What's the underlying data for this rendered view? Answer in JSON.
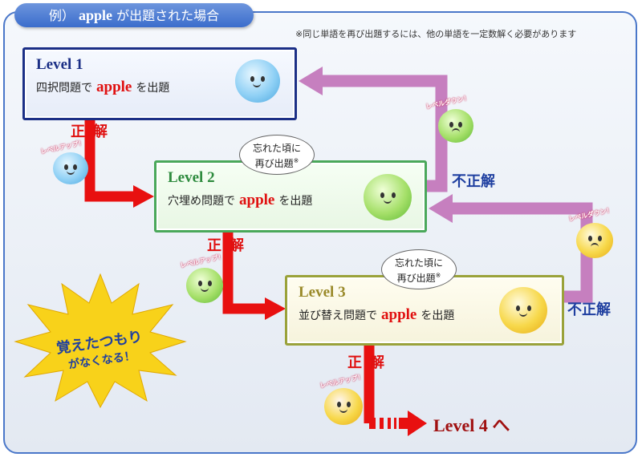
{
  "header": {
    "tab_prefix": "例）",
    "tab_word": "apple",
    "tab_suffix": "が出題された場合",
    "note": "※同じ単語を再び出題するには、他の単語を一定数解く必要があります"
  },
  "levels": [
    {
      "title": "Level 1",
      "desc_before": "四択問題で",
      "word": "apple",
      "desc_after": "を出題"
    },
    {
      "title": "Level 2",
      "desc_before": "穴埋め問題で",
      "word": "apple",
      "desc_after": "を出題"
    },
    {
      "title": "Level 3",
      "desc_before": "並び替え問題で",
      "word": "apple",
      "desc_after": "を出題"
    }
  ],
  "labels": {
    "correct_1": "正",
    "correct_2": "解",
    "incorrect": "不正解",
    "level_up": "レベルアップ！",
    "level_down": "レベルダウン！",
    "forgot_line1": "忘れた頃に",
    "forgot_line2": "再び出題",
    "forgot_mark": "※",
    "level4": "Level 4 へ"
  },
  "starburst": {
    "line1": "覚えたつもり",
    "line2": "がなくなる！"
  },
  "colors": {
    "correct_arrow": "#e81010",
    "incorrect_arrow": "#c67fbf",
    "level1": "#1b2f86",
    "level2": "#4aa85a",
    "level3": "#9aa23a",
    "star": "#f8d21a"
  }
}
